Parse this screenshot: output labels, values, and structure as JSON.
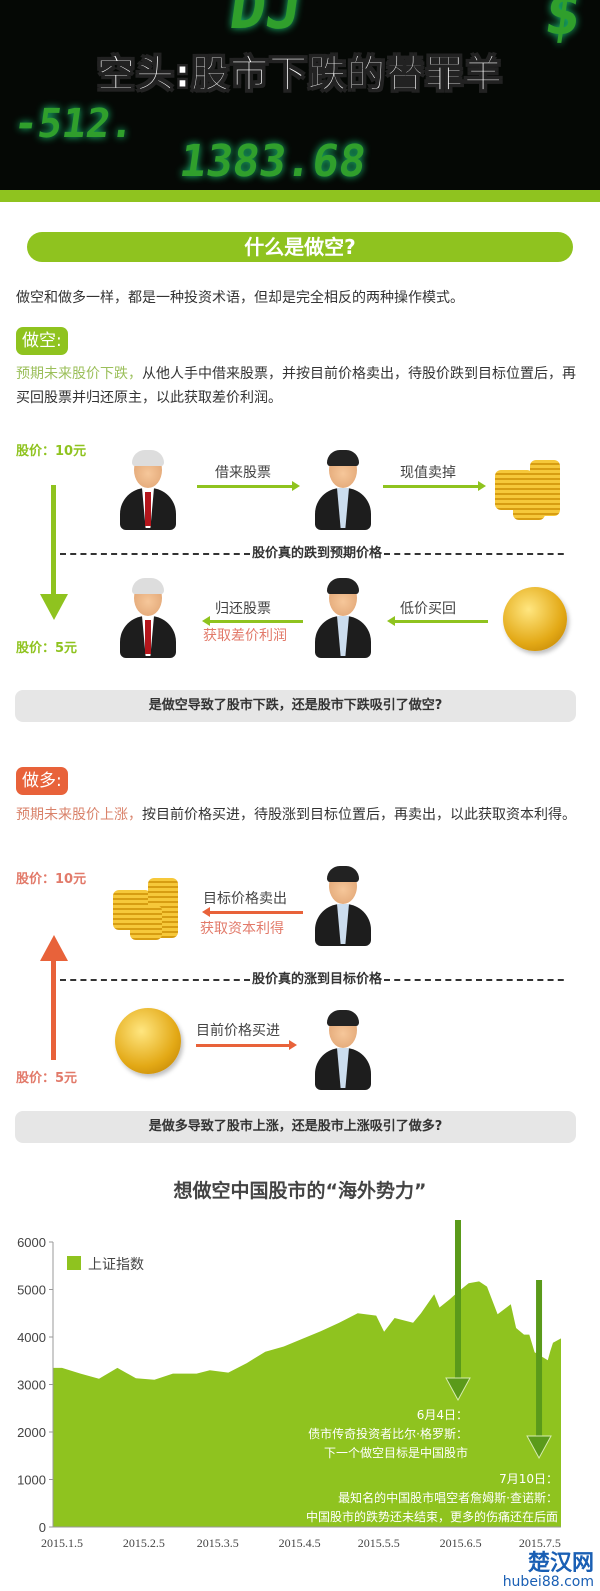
{
  "header": {
    "title": "空头:股市下跌的替罪羊",
    "bg_digits": [
      "DJ",
      "-512.",
      "1383.68",
      "$"
    ]
  },
  "section1": {
    "pill": "什么是做空?",
    "intro": "做空和做多一样，都是一种投资术语，但却是完全相反的两种操作模式。",
    "tag": "做空:",
    "desc_highlight": "预期未来股价下跌，",
    "desc_rest": "从他人手中借来股票，并按目前价格卖出，待股价跌到目标位置后，再买回股票并归还原主，以此获取差价利润。",
    "price_high": "股价：10元",
    "price_low": "股价：5元",
    "step1": "借来股票",
    "step2": "现值卖掉",
    "divider": "股价真的跌到预期价格",
    "step3": "归还股票",
    "step3_sub": "获取差价利润",
    "step4": "低价买回",
    "question": "是做空导致了股市下跌，还是股市下跌吸引了做空?"
  },
  "section2": {
    "tag": "做多:",
    "desc_highlight": "预期未来股价上涨，",
    "desc_rest": "按目前价格买进，待股涨到目标位置后，再卖出，以此获取资本利得。",
    "price_high": "股价：10元",
    "price_low": "股价：5元",
    "step1": "目标价格卖出",
    "step1_sub": "获取资本利得",
    "divider": "股价真的涨到目标价格",
    "step2": "目前价格买进",
    "question": "是做多导致了股市上涨，还是股市上涨吸引了做多?"
  },
  "colors": {
    "green": "#8fc31f",
    "orange": "#e8623a",
    "gray_bar": "#e6e6e6"
  },
  "chart_data": {
    "type": "area",
    "title": "想做空中国股市的“海外势力”",
    "legend": [
      "上证指数"
    ],
    "legend_position": "top-left",
    "ylim": [
      0,
      6000
    ],
    "yticks": [
      0,
      1000,
      2000,
      3000,
      4000,
      5000,
      6000
    ],
    "xticks": [
      "2015.1.5",
      "2015.2.5",
      "2015.3.5",
      "2015.4.5",
      "2015.5.5",
      "2015.6.5",
      "2015.7.5"
    ],
    "series": [
      {
        "name": "上证指数",
        "x": [
          "2015.1.5",
          "2015.1.12",
          "2015.1.19",
          "2015.1.26",
          "2015.2.2",
          "2015.2.9",
          "2015.2.16",
          "2015.2.25",
          "2015.3.2",
          "2015.3.9",
          "2015.3.16",
          "2015.3.23",
          "2015.3.30",
          "2015.4.6",
          "2015.4.13",
          "2015.4.20",
          "2015.4.27",
          "2015.5.4",
          "2015.5.7",
          "2015.5.11",
          "2015.5.18",
          "2015.5.21",
          "2015.5.26",
          "2015.5.28",
          "2015.6.1",
          "2015.6.4",
          "2015.6.8",
          "2015.6.12",
          "2015.6.15",
          "2015.6.19",
          "2015.6.24",
          "2015.6.26",
          "2015.6.29",
          "2015.7.1",
          "2015.7.3",
          "2015.7.8",
          "2015.7.9",
          "2015.7.10",
          "2015.7.13"
        ],
        "values": [
          3350,
          3230,
          3120,
          3350,
          3130,
          3100,
          3230,
          3230,
          3300,
          3250,
          3450,
          3690,
          3800,
          3960,
          4120,
          4300,
          4500,
          4450,
          4110,
          4400,
          4300,
          4500,
          4900,
          4620,
          4800,
          4950,
          5130,
          5170,
          5060,
          4480,
          4690,
          4190,
          4050,
          4050,
          3680,
          3510,
          3710,
          3880,
          3970
        ]
      }
    ],
    "annotations": [
      {
        "date": "2015.6.4",
        "lines": [
          "6月4日：",
          "债市传奇投资者比尔·格罗斯：",
          "下一个做空目标是中国股市"
        ]
      },
      {
        "date": "2015.7.10",
        "lines": [
          "7月10日：",
          "最知名的中国股市唱空者詹姆斯·查诺斯：",
          "中国股市的跌势还未结束，更多的伤痛还在后面"
        ]
      }
    ],
    "grid": false
  },
  "watermark": {
    "name": "楚汉网",
    "url": "hubei88.com"
  }
}
